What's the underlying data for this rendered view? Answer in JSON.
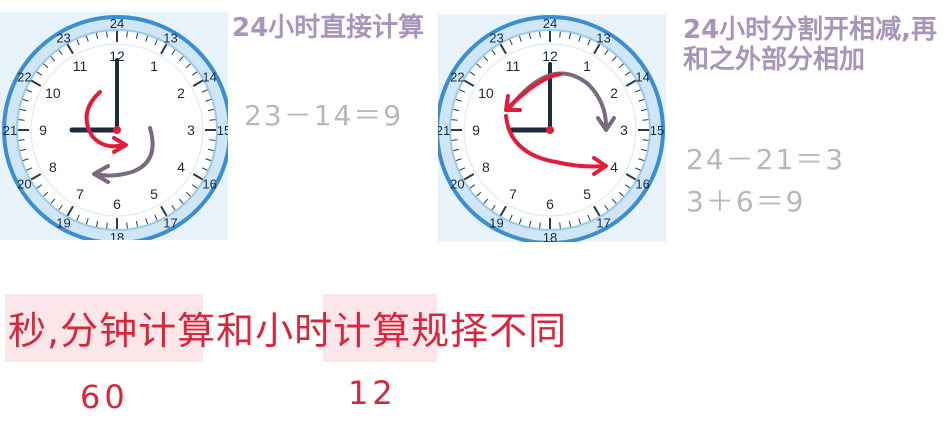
{
  "clocks": [
    {
      "outer_numbers": [
        "24",
        "13",
        "14",
        "15",
        "16",
        "17",
        "18",
        "19",
        "20",
        "21",
        "22",
        "23"
      ],
      "inner_numbers": [
        "12",
        "1",
        "2",
        "3",
        "4",
        "5",
        "6",
        "7",
        "8",
        "9",
        "10",
        "11"
      ]
    },
    {
      "outer_numbers": [
        "24",
        "13",
        "14",
        "15",
        "16",
        "17",
        "18",
        "19",
        "20",
        "21",
        "22",
        "23"
      ],
      "inner_numbers": [
        "12",
        "1",
        "2",
        "3",
        "4",
        "5",
        "6",
        "7",
        "8",
        "9",
        "10",
        "11"
      ]
    }
  ],
  "notes": {
    "note1_title": "24小时直接计算",
    "note1_calc": "23－14＝9",
    "note2_title": "24小时分割开相减,再和之外部分相加",
    "note2_calc1": "24－21＝3",
    "note2_calc2": "3＋6＝9"
  },
  "bottom": {
    "rule": "秒,分钟计算和小时计算规择不同",
    "num_left": "60",
    "num_right": "12"
  },
  "colors": {
    "clock_ring": "#3b8fd0",
    "clock_face": "#eef6fc",
    "hand": "#1f2a3a",
    "red_arrow": "#e01e3c",
    "gray_arrow": "#7a6a80",
    "note_purple": "#a896ba",
    "calc_gray": "#b8b8b8",
    "highlight_pink": "#fbe6ea"
  }
}
